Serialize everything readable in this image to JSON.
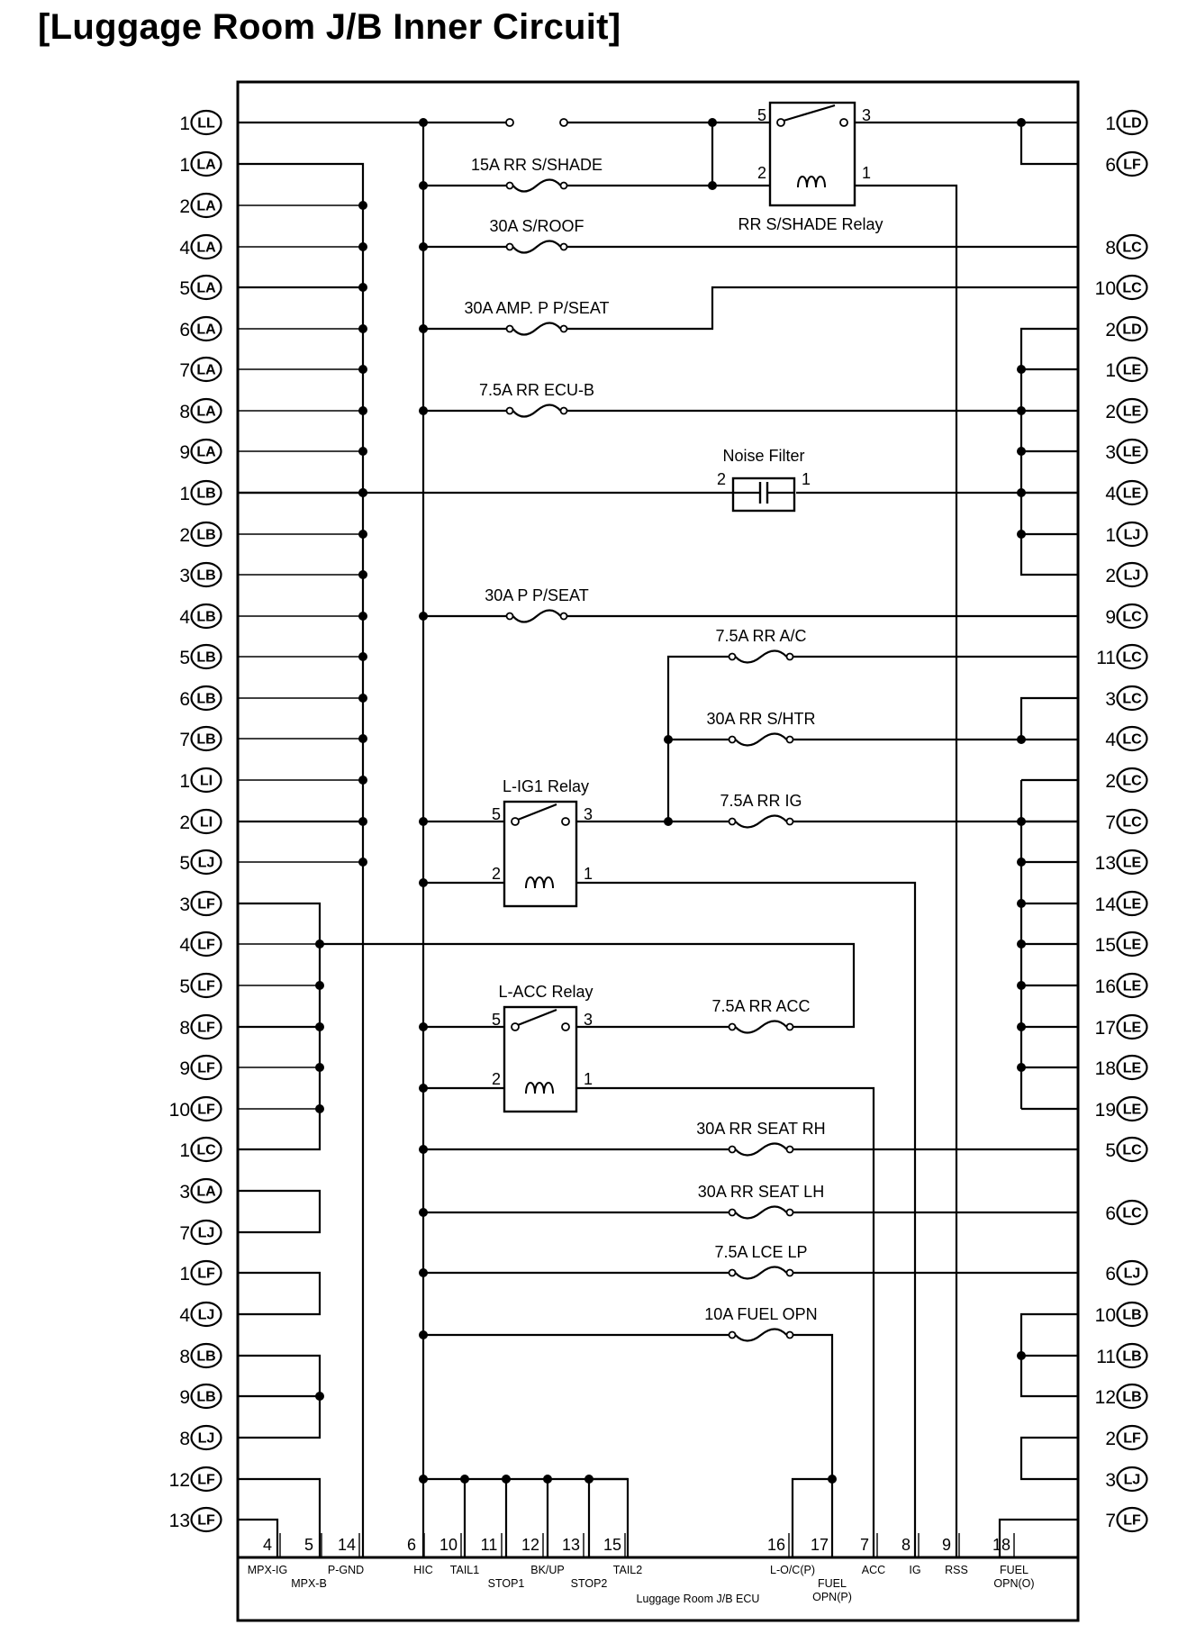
{
  "title": "[Luggage Room J/B Inner Circuit]",
  "left_pins": [
    {
      "num": "1",
      "conn": "LL"
    },
    {
      "num": "1",
      "conn": "LA"
    },
    {
      "num": "2",
      "conn": "LA"
    },
    {
      "num": "4",
      "conn": "LA"
    },
    {
      "num": "5",
      "conn": "LA"
    },
    {
      "num": "6",
      "conn": "LA"
    },
    {
      "num": "7",
      "conn": "LA"
    },
    {
      "num": "8",
      "conn": "LA"
    },
    {
      "num": "9",
      "conn": "LA"
    },
    {
      "num": "1",
      "conn": "LB"
    },
    {
      "num": "2",
      "conn": "LB"
    },
    {
      "num": "3",
      "conn": "LB"
    },
    {
      "num": "4",
      "conn": "LB"
    },
    {
      "num": "5",
      "conn": "LB"
    },
    {
      "num": "6",
      "conn": "LB"
    },
    {
      "num": "7",
      "conn": "LB"
    },
    {
      "num": "1",
      "conn": "LI"
    },
    {
      "num": "2",
      "conn": "LI"
    },
    {
      "num": "5",
      "conn": "LJ"
    },
    {
      "num": "3",
      "conn": "LF"
    },
    {
      "num": "4",
      "conn": "LF"
    },
    {
      "num": "5",
      "conn": "LF"
    },
    {
      "num": "8",
      "conn": "LF"
    },
    {
      "num": "9",
      "conn": "LF"
    },
    {
      "num": "10",
      "conn": "LF"
    },
    {
      "num": "1",
      "conn": "LC"
    },
    {
      "num": "3",
      "conn": "LA"
    },
    {
      "num": "7",
      "conn": "LJ"
    },
    {
      "num": "1",
      "conn": "LF"
    },
    {
      "num": "4",
      "conn": "LJ"
    },
    {
      "num": "8",
      "conn": "LB"
    },
    {
      "num": "9",
      "conn": "LB"
    },
    {
      "num": "8",
      "conn": "LJ"
    },
    {
      "num": "12",
      "conn": "LF"
    },
    {
      "num": "13",
      "conn": "LF"
    }
  ],
  "right_pins": [
    {
      "num": "1",
      "conn": "LD"
    },
    {
      "num": "6",
      "conn": "LF"
    },
    {
      "num": "8",
      "conn": "LC"
    },
    {
      "num": "10",
      "conn": "LC"
    },
    {
      "num": "2",
      "conn": "LD"
    },
    {
      "num": "1",
      "conn": "LE"
    },
    {
      "num": "2",
      "conn": "LE"
    },
    {
      "num": "3",
      "conn": "LE"
    },
    {
      "num": "4",
      "conn": "LE"
    },
    {
      "num": "1",
      "conn": "LJ"
    },
    {
      "num": "2",
      "conn": "LJ"
    },
    {
      "num": "9",
      "conn": "LC"
    },
    {
      "num": "11",
      "conn": "LC"
    },
    {
      "num": "3",
      "conn": "LC"
    },
    {
      "num": "4",
      "conn": "LC"
    },
    {
      "num": "2",
      "conn": "LC"
    },
    {
      "num": "7",
      "conn": "LC"
    },
    {
      "num": "13",
      "conn": "LE"
    },
    {
      "num": "14",
      "conn": "LE"
    },
    {
      "num": "15",
      "conn": "LE"
    },
    {
      "num": "16",
      "conn": "LE"
    },
    {
      "num": "17",
      "conn": "LE"
    },
    {
      "num": "18",
      "conn": "LE"
    },
    {
      "num": "19",
      "conn": "LE"
    },
    {
      "num": "5",
      "conn": "LC"
    },
    {
      "num": "6",
      "conn": "LC"
    },
    {
      "num": "6",
      "conn": "LJ"
    },
    {
      "num": "10",
      "conn": "LB"
    },
    {
      "num": "11",
      "conn": "LB"
    },
    {
      "num": "12",
      "conn": "LB"
    },
    {
      "num": "2",
      "conn": "LF"
    },
    {
      "num": "3",
      "conn": "LJ"
    },
    {
      "num": "7",
      "conn": "LF"
    }
  ],
  "fuses": [
    "15A RR S/SHADE",
    "30A S/ROOF",
    "30A AMP. P P/SEAT",
    "7.5A RR ECU-B",
    "30A P P/SEAT",
    "7.5A RR A/C",
    "30A RR S/HTR",
    "7.5A RR IG",
    "7.5A RR ACC",
    "30A RR SEAT RH",
    "30A RR SEAT LH",
    "7.5A LCE LP",
    "10A FUEL OPN"
  ],
  "relays": [
    {
      "name": "RR S/SHADE Relay",
      "pins": [
        "5",
        "3",
        "2",
        "1"
      ]
    },
    {
      "name": "L-IG1 Relay",
      "pins": [
        "5",
        "3",
        "2",
        "1"
      ]
    },
    {
      "name": "L-ACC Relay",
      "pins": [
        "5",
        "3",
        "2",
        "1"
      ]
    }
  ],
  "noise_filter": {
    "name": "Noise Filter",
    "pins": [
      "2",
      "1"
    ]
  },
  "ecu": {
    "name": "Luggage Room J/B ECU",
    "terminals": [
      {
        "num": "4",
        "label": "MPX-IG"
      },
      {
        "num": "5",
        "label": "MPX-B"
      },
      {
        "num": "14",
        "label": "P-GND"
      },
      {
        "num": "6",
        "label": "HIC"
      },
      {
        "num": "10",
        "label": "TAIL1"
      },
      {
        "num": "11",
        "label": "STOP1"
      },
      {
        "num": "12",
        "label": "BK/UP"
      },
      {
        "num": "13",
        "label": "STOP2"
      },
      {
        "num": "15",
        "label": "TAIL2"
      },
      {
        "num": "16",
        "label": "L-O/C(P)"
      },
      {
        "num": "17",
        "label": "FUEL OPN(P)"
      },
      {
        "num": "7",
        "label": "ACC"
      },
      {
        "num": "8",
        "label": "IG"
      },
      {
        "num": "9",
        "label": "RSS"
      },
      {
        "num": "18",
        "label": "FUEL OPN(O)"
      }
    ]
  }
}
